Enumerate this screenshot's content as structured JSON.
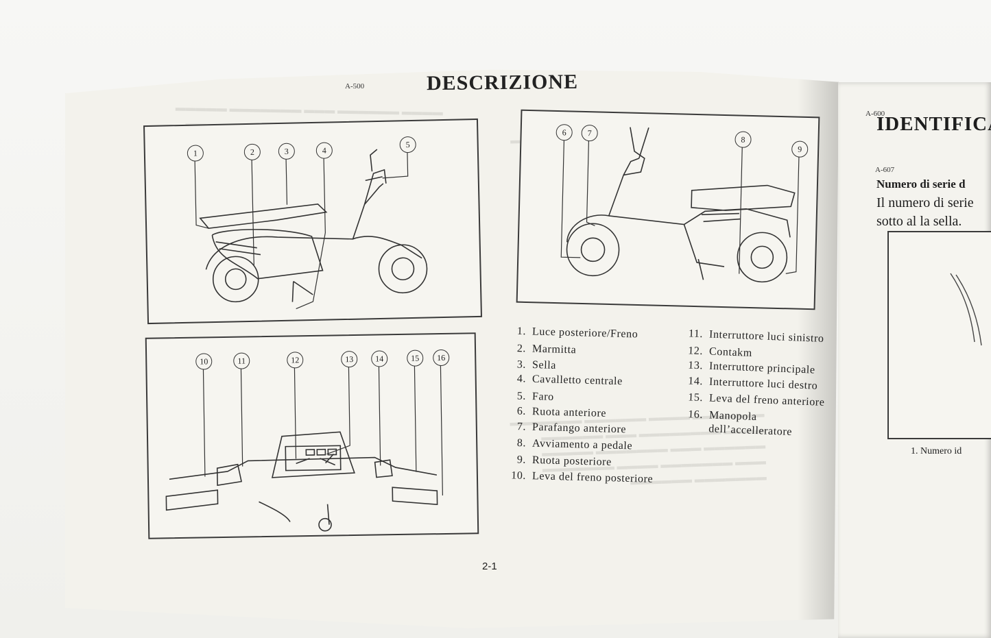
{
  "left_page": {
    "section_code": "A-500",
    "title": "DESCRIZIONE",
    "page_number": "2-1",
    "callouts_figure1": [
      "1",
      "2",
      "3",
      "4",
      "5"
    ],
    "callouts_figure2": [
      "6",
      "7",
      "8",
      "9"
    ],
    "callouts_figure3": [
      "10",
      "11",
      "12",
      "13",
      "14",
      "15",
      "16"
    ],
    "legend": [
      {
        "num": "1.",
        "text": "Luce posteriore/Freno"
      },
      {
        "num": "2.",
        "text": "Marmitta"
      },
      {
        "num": "3.",
        "text": "Sella"
      },
      {
        "num": "4.",
        "text": "Cavalletto centrale"
      },
      {
        "num": "5.",
        "text": "Faro"
      },
      {
        "num": "6.",
        "text": "Ruota anteriore"
      },
      {
        "num": "7.",
        "text": "Parafango anteriore"
      },
      {
        "num": "8.",
        "text": "Avviamento a pedale"
      },
      {
        "num": "9.",
        "text": "Ruota posteriore"
      },
      {
        "num": "10.",
        "text": "Leva del freno posteriore"
      },
      {
        "num": "11.",
        "text": "Interruttore luci sinistro"
      },
      {
        "num": "12.",
        "text": "Contakm"
      },
      {
        "num": "13.",
        "text": "Interruttore principale"
      },
      {
        "num": "14.",
        "text": "Interruttore luci destro"
      },
      {
        "num": "15.",
        "text": "Leva del freno anteriore"
      },
      {
        "num": "16.",
        "text": "Manopola",
        "cont": "dell’accelleratore"
      }
    ]
  },
  "right_page": {
    "section_code": "A-600",
    "title": "IDENTIFICA",
    "sub_code": "A-607",
    "heading": "Numero di serie d",
    "line1": "Il numero di serie",
    "line2": "sotto al la sella.",
    "caption": "1.  Numero id"
  }
}
